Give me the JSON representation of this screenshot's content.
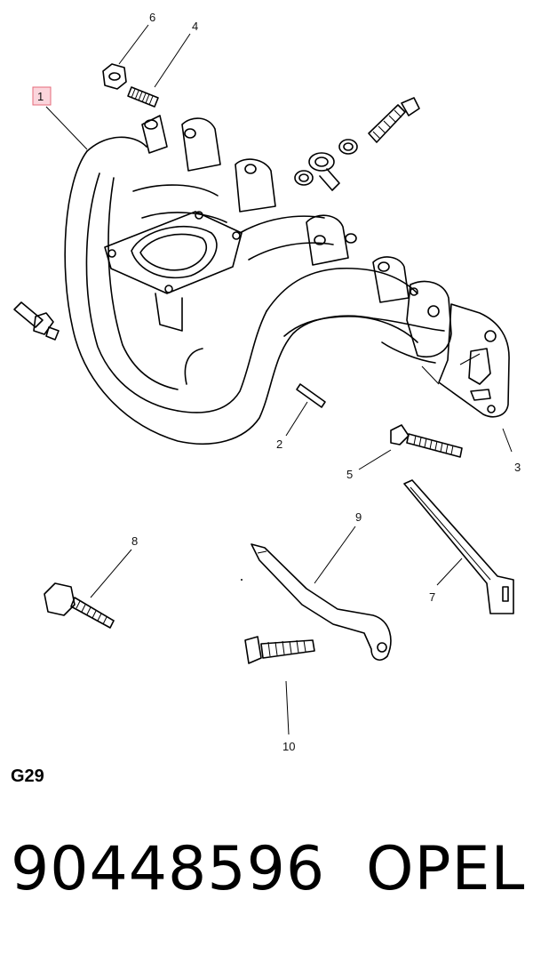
{
  "diagram": {
    "callouts": {
      "c1": "1",
      "c2": "2",
      "c3": "3",
      "c4": "4",
      "c5": "5",
      "c6": "6",
      "c7": "7",
      "c8": "8",
      "c9": "9",
      "c10": "10"
    },
    "highlight_color": "#e46a7a"
  },
  "footer": {
    "code": "G29",
    "part_number": "90448596",
    "brand": "OPEL"
  }
}
